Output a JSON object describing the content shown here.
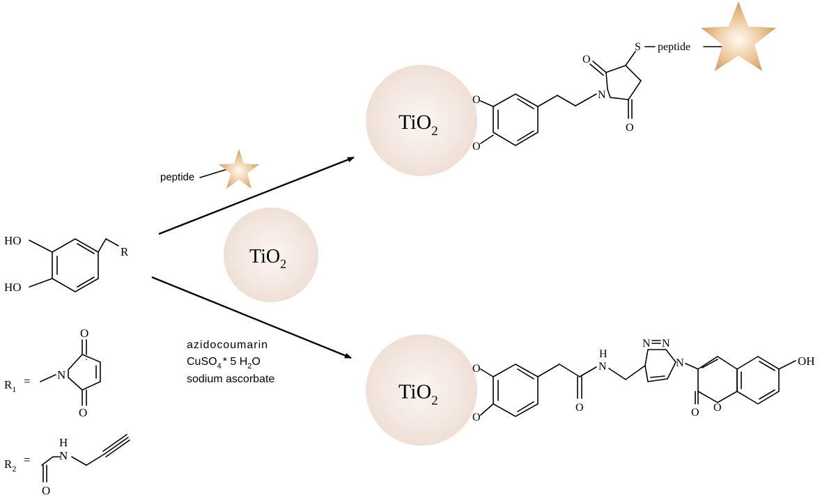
{
  "reagents": {
    "peptide_label": "peptide",
    "conditions": [
      "azidocoumarin",
      "CuSO",
      "* 5 H",
      "O",
      "sodium ascorbate"
    ],
    "cuso4_sub": "4",
    "h2o_sub": "2"
  },
  "tio2": {
    "main": "TiO",
    "sub": "2"
  },
  "catechol": {
    "oh1": "HO",
    "oh2": "HO",
    "r": "R"
  },
  "r1": {
    "label": "R",
    "sub": "1",
    "eq": "=",
    "n": "N",
    "o1": "O",
    "o2": "O"
  },
  "r2": {
    "label": "R",
    "sub": "2",
    "eq": "=",
    "h": "H",
    "n": "N",
    "o": "O"
  },
  "product1": {
    "o1": "O",
    "o2": "O",
    "n": "N",
    "o3": "O",
    "o4": "O",
    "s": "S",
    "peptide": "peptide"
  },
  "product2": {
    "o1": "O",
    "o2": "O",
    "h": "H",
    "n": "N",
    "o3": "O",
    "n_triazole_a": "N",
    "n_triazole_b": "N",
    "n_triazole_c": "N",
    "o4": "O",
    "o5": "O",
    "oh": "OH"
  },
  "colors": {
    "sphere": "#f3e7df",
    "star_center": "#fff5e6",
    "star_edge": "#cfa16e"
  }
}
